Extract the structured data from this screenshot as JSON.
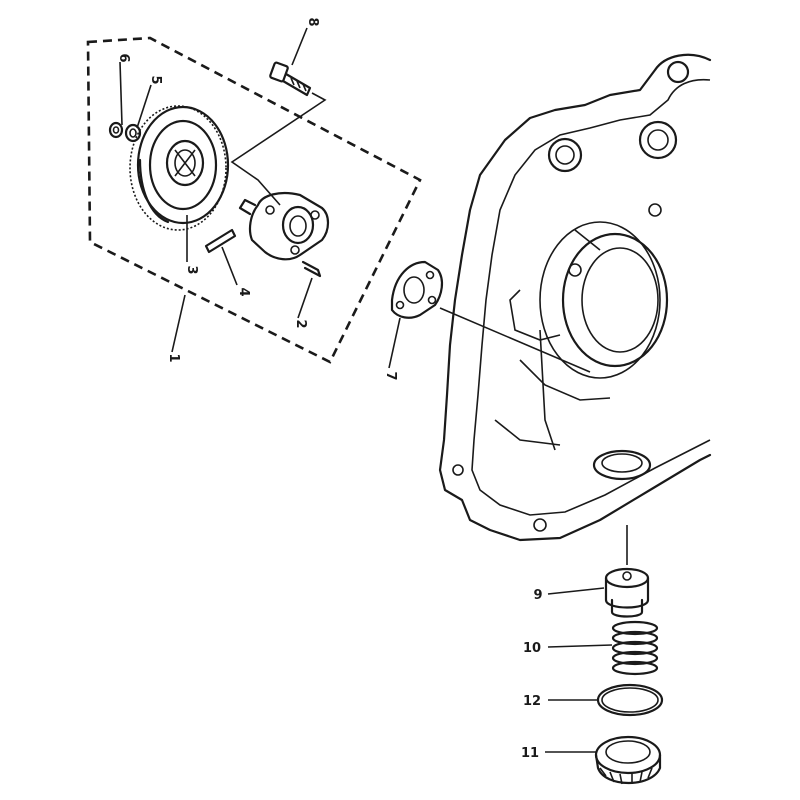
{
  "diagram": {
    "callouts": [
      {
        "id": "c1",
        "text": "1"
      },
      {
        "id": "c2",
        "text": "2"
      },
      {
        "id": "c3",
        "text": "3"
      },
      {
        "id": "c4",
        "text": "4"
      },
      {
        "id": "c5",
        "text": "5"
      },
      {
        "id": "c6",
        "text": "6"
      },
      {
        "id": "c7",
        "text": "7"
      },
      {
        "id": "c8",
        "text": "8"
      },
      {
        "id": "c9",
        "text": "9"
      },
      {
        "id": "c10",
        "text": "10"
      },
      {
        "id": "c11",
        "text": "11"
      },
      {
        "id": "c12",
        "text": "12"
      }
    ]
  }
}
